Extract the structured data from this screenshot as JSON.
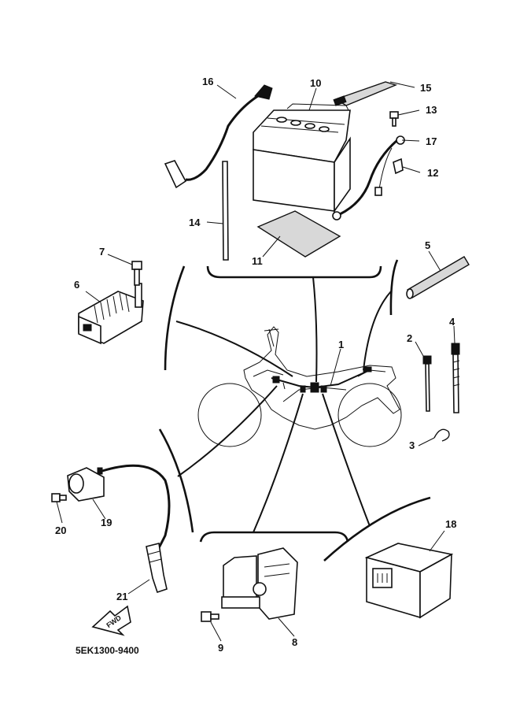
{
  "diagram": {
    "drawing_code": "5EK1300-9400",
    "fwd_label": "FWD",
    "callouts": [
      "1",
      "2",
      "3",
      "4",
      "5",
      "6",
      "7",
      "8",
      "9",
      "10",
      "11",
      "12",
      "13",
      "14",
      "15",
      "16",
      "17",
      "18",
      "19",
      "20",
      "21"
    ],
    "colors": {
      "line": "#111111",
      "background": "#ffffff",
      "part_fill": "#d8d8d8"
    }
  }
}
